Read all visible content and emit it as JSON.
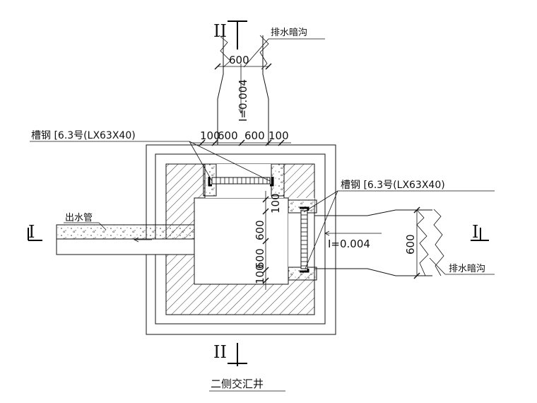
{
  "title": "二侧交汇井",
  "labels": {
    "drain_top": "排水暗沟",
    "drain_right": "排水暗沟",
    "outlet_pipe": "出水管",
    "channel_steel_top": "槽钢 [6.3号(LX63X40)",
    "channel_steel_right": "槽钢 [6.3号(LX63X40)"
  },
  "slopes": {
    "top": "I=0.004",
    "right": "I=0.004"
  },
  "dimensions": {
    "top_width": "600",
    "right_width": "600",
    "top_row": [
      "100",
      "600",
      "600",
      "100"
    ],
    "right_col": [
      "100",
      "600",
      "600",
      "100"
    ]
  },
  "sections": {
    "top": "II",
    "bottom": "II",
    "left": "I",
    "right": "I"
  }
}
